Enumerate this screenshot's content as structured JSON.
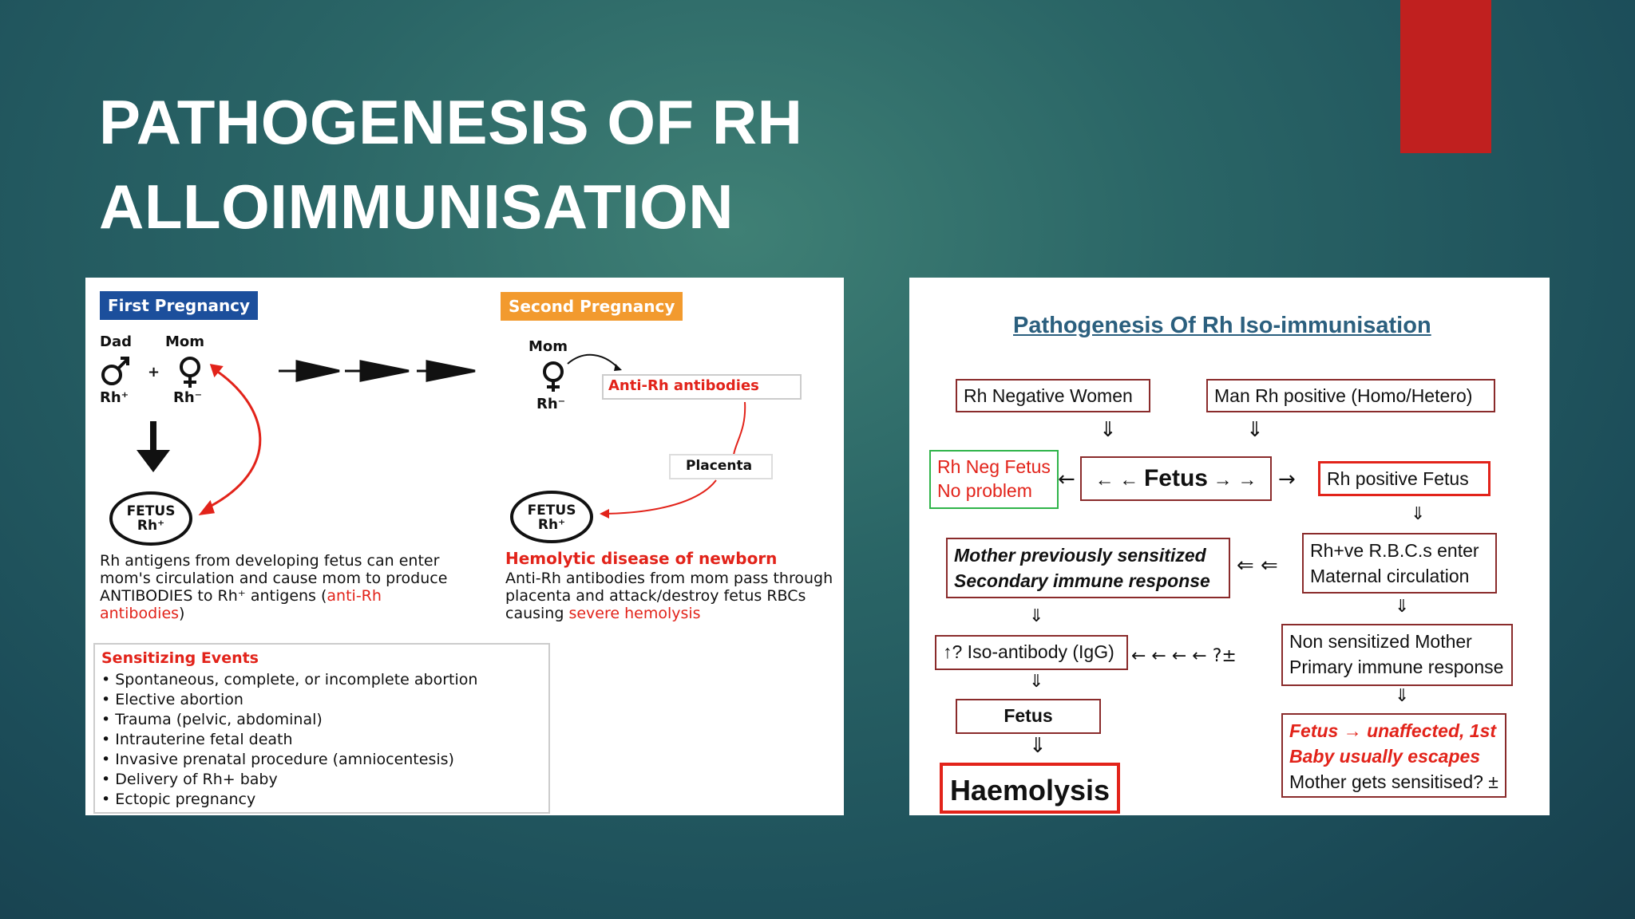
{
  "slide": {
    "title_line1": "PATHOGENESIS OF RH",
    "title_line2": "ALLOIMMUNISATION",
    "accent_color": "#c0201f"
  },
  "left_figure": {
    "first_pregnancy": "First Pregnancy",
    "second_pregnancy": "Second Pregnancy",
    "dad": "Dad",
    "mom": "Mom",
    "mom2": "Mom",
    "rh_pos": "Rh⁺",
    "rh_neg": "Rh⁻",
    "rh_neg2": "Rh⁻",
    "plus": "+",
    "fetus_label": "FETUS",
    "fetus_rh": "Rh⁺",
    "fetus_label2": "FETUS",
    "fetus_rh2": "Rh⁺",
    "anti_rh": "Anti-Rh antibodies",
    "placenta": "Placenta",
    "first_text_1": "Rh antigens from developing fetus can enter mom's circulation and cause mom to produce ANTIBODIES to Rh⁺ antigens (",
    "first_text_red": "anti-Rh antibodies",
    "first_text_2": ")",
    "hdn_title": "Hemolytic disease of newborn",
    "hdn_text_1": "Anti-Rh antibodies from mom pass through placenta and attack/destroy fetus RBCs causing ",
    "hdn_text_red": "severe hemolysis",
    "sensitizing_title": "Sensitizing Events",
    "sensitizing_events": [
      "Spontaneous, complete, or incomplete abortion",
      "Elective abortion",
      "Trauma (pelvic, abdominal)",
      "Intrauterine fetal death",
      "Invasive prenatal procedure (amniocentesis)",
      "Delivery of Rh+ baby",
      "Ectopic pregnancy"
    ]
  },
  "right_figure": {
    "title": "Pathogenesis Of Rh Iso-immunisation",
    "rh_negative_women": "Rh Negative Women",
    "man_rh_positive": "Man Rh positive (Homo/Hetero)",
    "rh_neg_fetus_1": "Rh Neg Fetus",
    "rh_neg_fetus_2": "No problem",
    "fetus_center": "Fetus",
    "rh_positive_fetus": "Rh positive Fetus",
    "mother_prev_1": "Mother previously sensitized",
    "mother_prev_2": "Secondary immune response",
    "rbc_enter_1": "Rh+ve R.B.C.s enter",
    "rbc_enter_2": "Maternal circulation",
    "iso_antibody": "↑? Iso-antibody (IgG)",
    "non_sensitized_1": "Non sensitized Mother",
    "non_sensitized_2": "Primary immune response",
    "fetus_lower": "Fetus",
    "unaffected_1": "Fetus → unaffected, 1st",
    "unaffected_2": "Baby usually escapes",
    "unaffected_3": "Mother gets sensitised? ±",
    "haemolysis": "Haemolysis",
    "arrow_row": "← ←    ← ← ?±"
  }
}
